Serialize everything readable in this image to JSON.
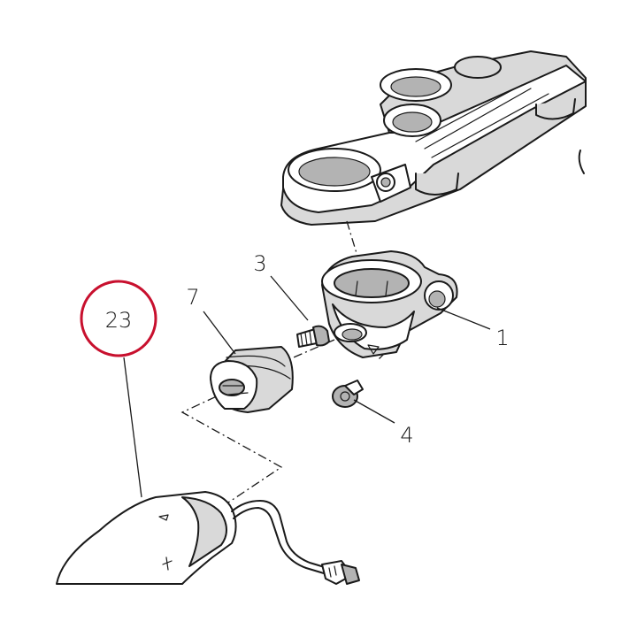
{
  "diagram": {
    "labels": {
      "part_1": "1",
      "part_3": "3",
      "part_4": "4",
      "part_7": "7",
      "part_23": "23"
    },
    "highlight_color": "#c8102e",
    "line_color": "#1a1a1a"
  }
}
